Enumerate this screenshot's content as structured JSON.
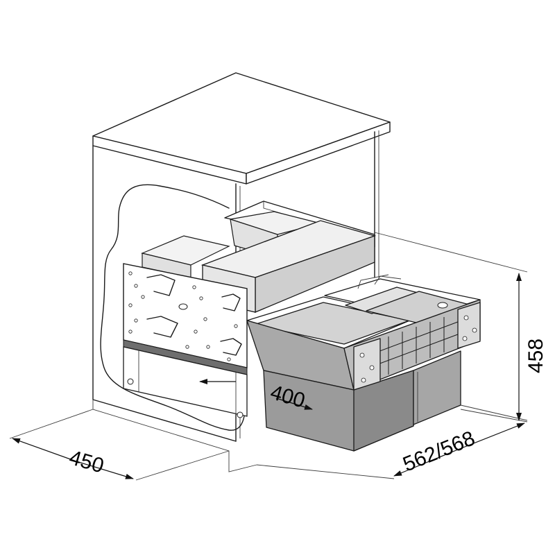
{
  "dimensions": {
    "depth": "450",
    "drawer_width": "400",
    "cabinet_width": "562/568",
    "height": "458"
  },
  "colors": {
    "line": "#1a1a1a",
    "bin_light": "#d6d6d6",
    "bin_mid": "#a9a9a9",
    "bin_dark": "#8f8f8f",
    "frame_dark": "#6e6e6e",
    "panel": "#e4e4e4"
  }
}
